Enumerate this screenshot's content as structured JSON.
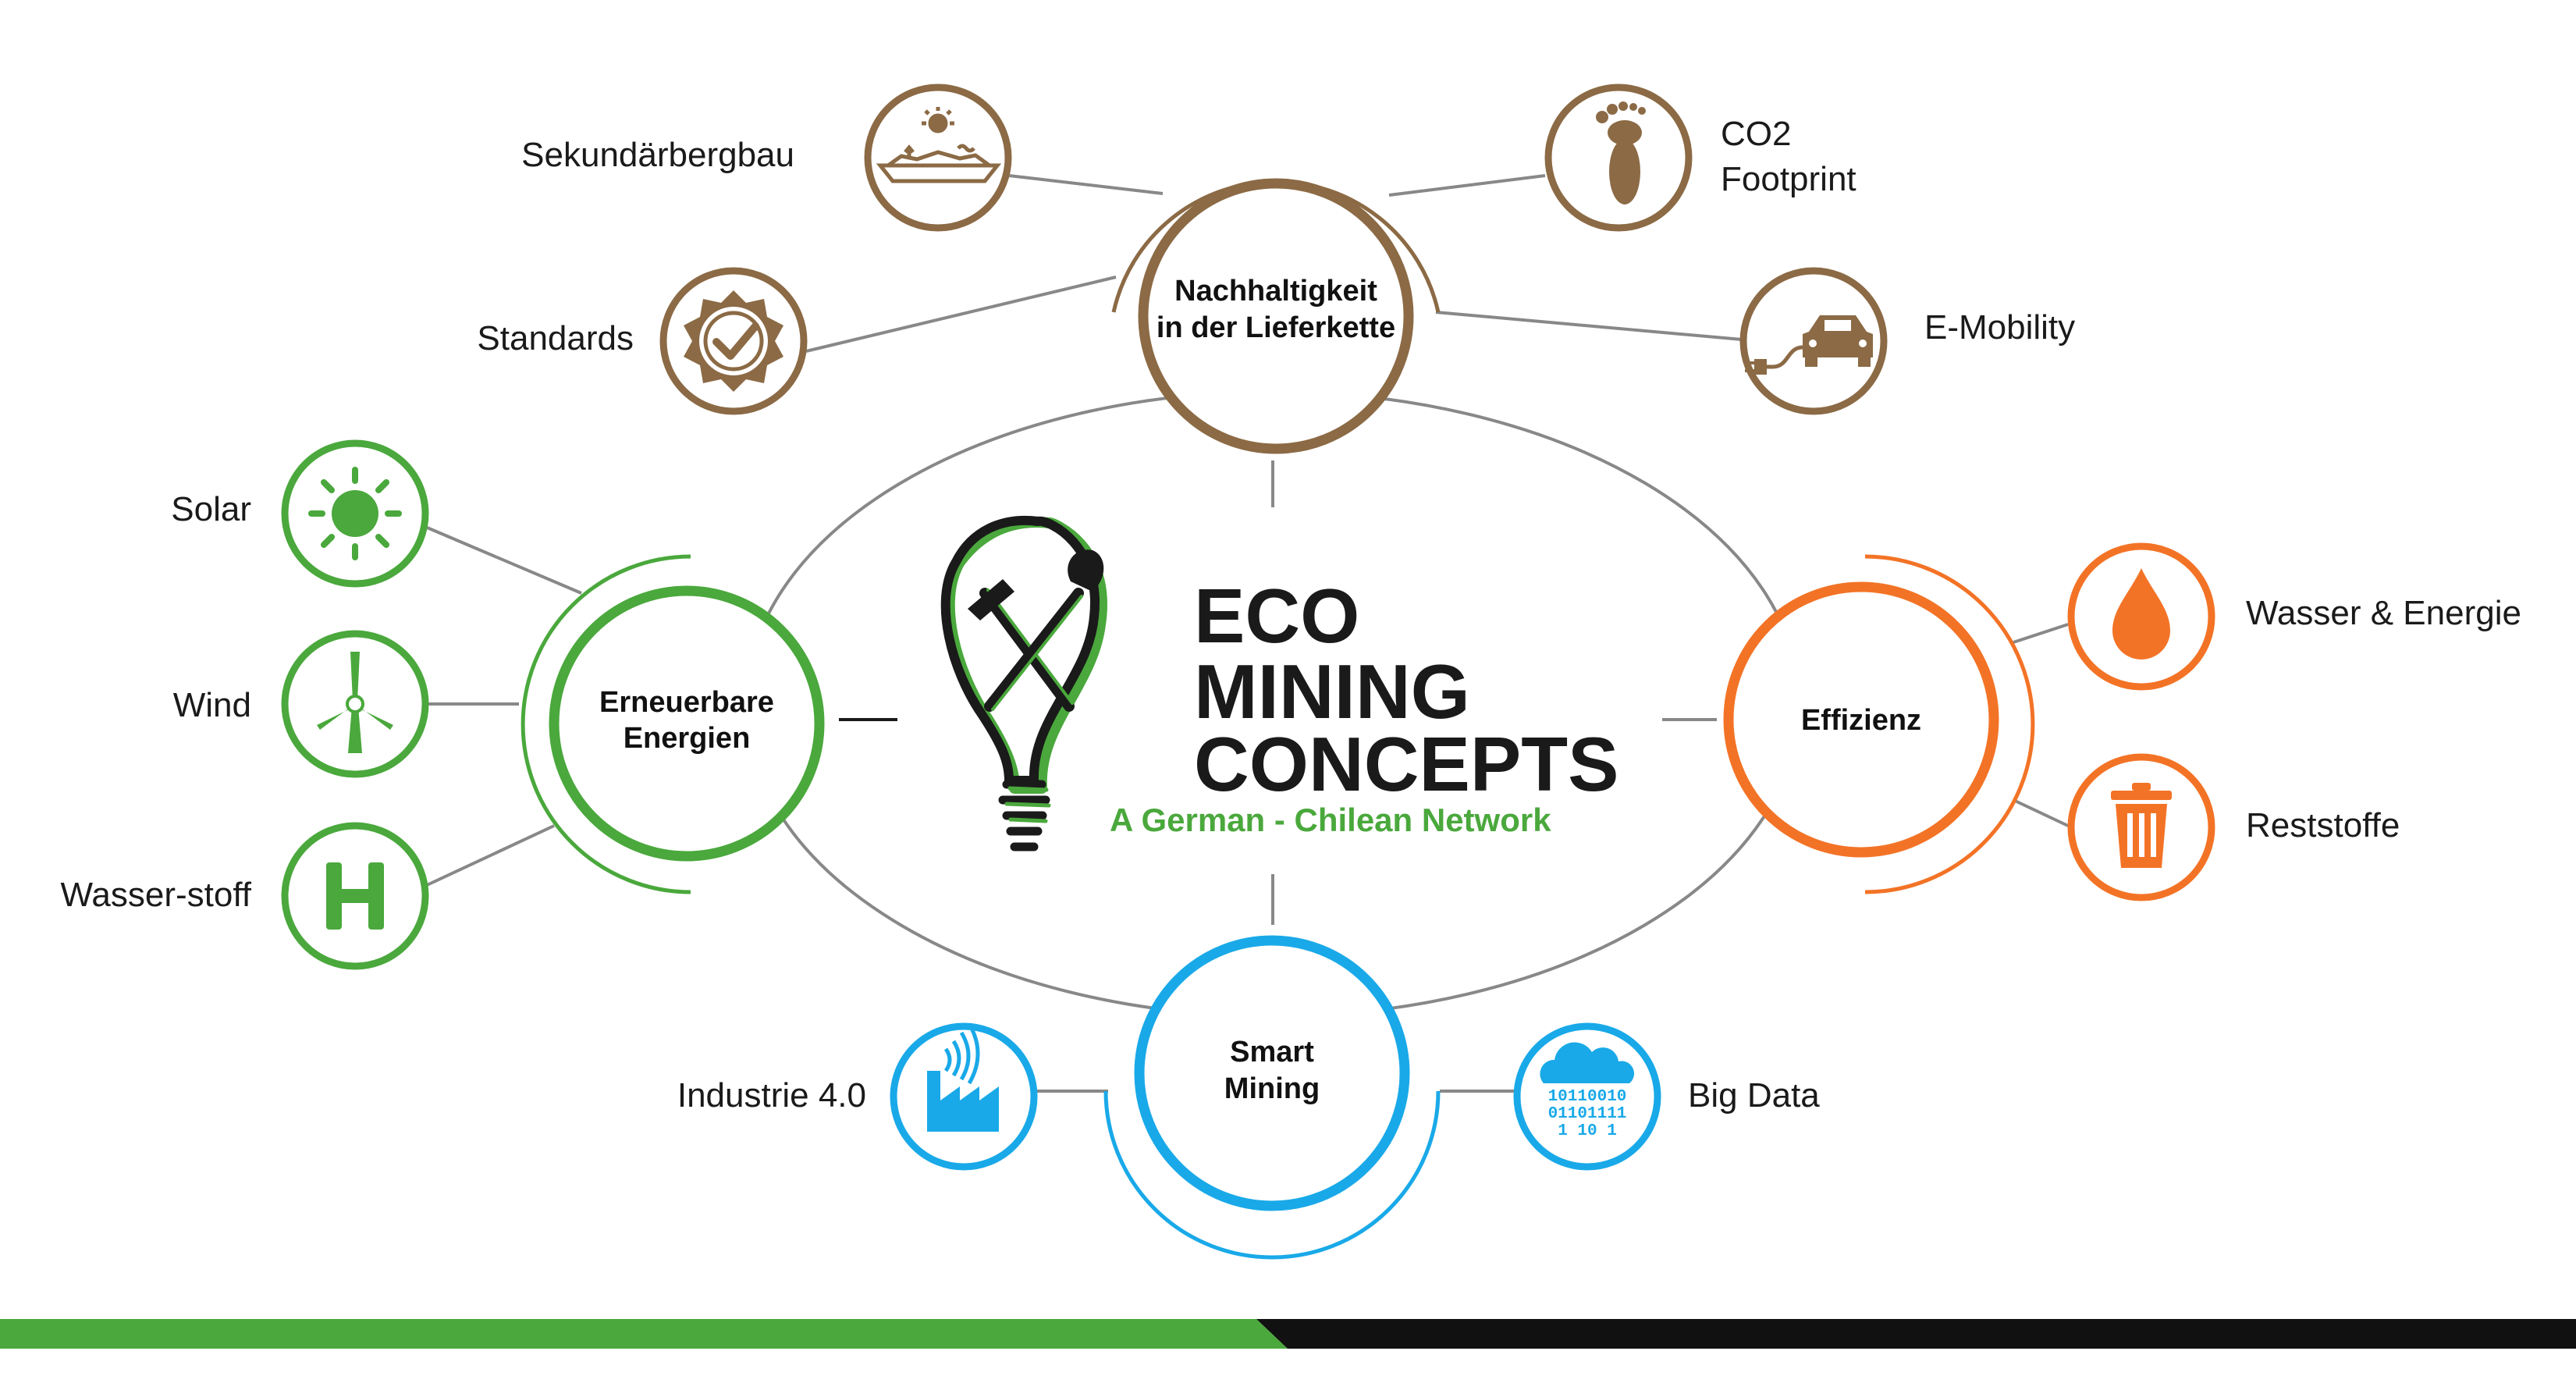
{
  "logo": {
    "lines": [
      "ECO",
      "MINING",
      "CONCEPTS"
    ],
    "subtitle": "A German - Chilean Network"
  },
  "colors": {
    "brown": "#8b6a45",
    "green": "#4aa83c",
    "orange": "#f37326",
    "blue": "#19a9e8",
    "ring": "#888888",
    "dark": "#1a1a1a"
  },
  "hubs": {
    "supply_chain": {
      "lines": [
        "Nachhaltigkeit",
        "in der Lieferkette"
      ],
      "color": "brown"
    },
    "renewables": {
      "lines": [
        "Erneuerbare",
        "Energien"
      ],
      "color": "green"
    },
    "efficiency": {
      "lines": [
        "Effizienz"
      ],
      "color": "orange"
    },
    "smart_mining": {
      "lines": [
        "Smart",
        "Mining"
      ],
      "color": "blue"
    }
  },
  "nodes": {
    "secondary_mining": {
      "lines": [
        "Sekundärbergbau"
      ],
      "icon": "landscape-sun-icon"
    },
    "co2": {
      "lines": [
        "CO2",
        "Footprint"
      ],
      "icon": "footprint-icon"
    },
    "standards": {
      "lines": [
        "Standards"
      ],
      "icon": "certified-check-icon"
    },
    "emobility": {
      "lines": [
        "E-Mobility"
      ],
      "icon": "electric-car-icon"
    },
    "solar": {
      "lines": [
        "Solar"
      ],
      "icon": "sun-icon"
    },
    "wind": {
      "lines": [
        "Wind"
      ],
      "icon": "wind-turbine-icon"
    },
    "hydrogen": {
      "lines": [
        "Wasser-stoff"
      ],
      "icon": "hydrogen-h-icon"
    },
    "water_energy": {
      "lines": [
        "Wasser & Energie"
      ],
      "icon": "water-drop-icon"
    },
    "residues": {
      "lines": [
        "Reststoffe"
      ],
      "icon": "trash-bin-icon"
    },
    "industry": {
      "lines": [
        "Industrie 4.0"
      ],
      "icon": "factory-signal-icon"
    },
    "bigdata": {
      "lines": [
        "Big Data"
      ],
      "icon": "data-cloud-icon",
      "digits": [
        "10110010",
        "01101111",
        "1  10 1"
      ]
    }
  }
}
